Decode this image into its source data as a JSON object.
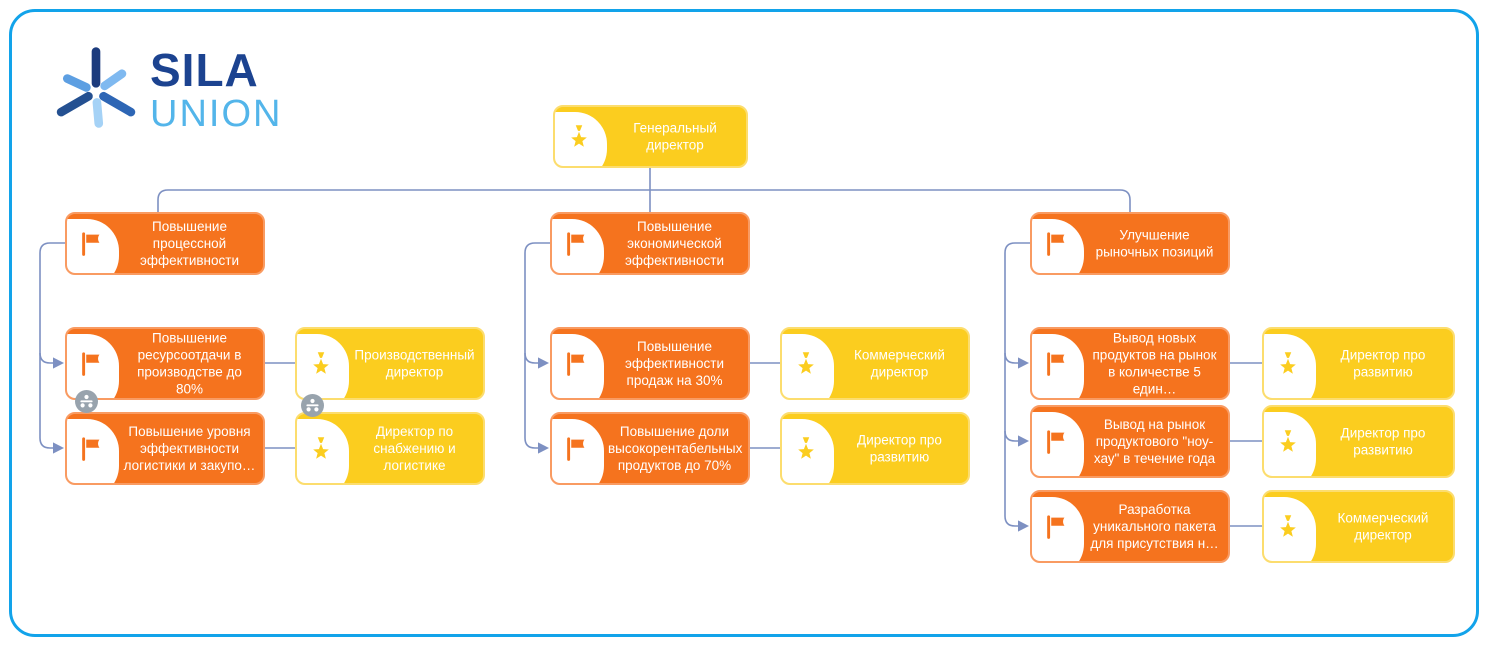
{
  "logo": {
    "title": "SILA",
    "subtitle": "UNION"
  },
  "colors": {
    "orange": "#F5731E",
    "yellow": "#FBCD1F",
    "line": "#7D90C2",
    "frame": "#12A3EA",
    "badge": "#98A3AD"
  },
  "icons": {
    "goal": "flag-icon",
    "position": "medal-star-icon",
    "badge": "decomposition-badge-icon"
  },
  "tree": {
    "root": {
      "label": "Генеральный директор"
    },
    "branches": [
      {
        "parent": {
          "label": "Повышение процессной эффективности"
        },
        "children": [
          {
            "goal": "Повышение ресурсоотдачи в производстве до 80%",
            "owner": "Производственный директор",
            "goal_has_decomposition": true,
            "owner_has_decomposition": true
          },
          {
            "goal": "Повышение уровня эффективности логистики и закупо…",
            "owner": "Директор по снабжению и логистике",
            "goal_has_decomposition": false,
            "owner_has_decomposition": false
          }
        ]
      },
      {
        "parent": {
          "label": "Повышение экономической эффективности"
        },
        "children": [
          {
            "goal": "Повышение эффективности продаж на 30%",
            "owner": "Коммерческий директор",
            "goal_has_decomposition": false,
            "owner_has_decomposition": false
          },
          {
            "goal": "Повышение доли высокорентабельных продуктов до 70%",
            "owner": "Директор про развитию",
            "goal_has_decomposition": false,
            "owner_has_decomposition": false
          }
        ]
      },
      {
        "parent": {
          "label": "Улучшение рыночных позиций"
        },
        "children": [
          {
            "goal": "Вывод новых продуктов на рынок в количестве 5 един…",
            "owner": "Директор про развитию",
            "goal_has_decomposition": false,
            "owner_has_decomposition": false
          },
          {
            "goal": "Вывод на рынок продуктового \"ноу-хау\" в течение года",
            "owner": "Директор про развитию",
            "goal_has_decomposition": false,
            "owner_has_decomposition": false
          },
          {
            "goal": "Разработка уникального пакета для присутствия н…",
            "owner": "Коммерческий директор",
            "goal_has_decomposition": false,
            "owner_has_decomposition": false
          }
        ]
      }
    ]
  }
}
